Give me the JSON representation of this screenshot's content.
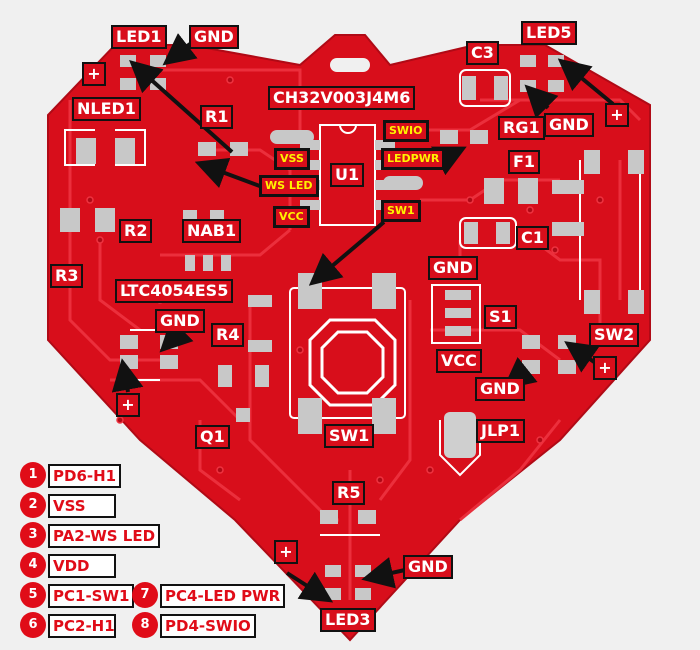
{
  "components": {
    "led1": "LED1",
    "gnd_led1": "GND",
    "nled1": "NLED1",
    "plus_nled1": "+",
    "r1": "R1",
    "mcu": "CH32V003J4M6",
    "c3": "C3",
    "led5": "LED5",
    "rg1": "RG1",
    "gnd_rg1": "GND",
    "plus_led5": "+",
    "swio": "SWIO",
    "ledpwr": "LEDPWR",
    "vss": "VSS",
    "ws_led": "WS LED",
    "u1": "U1",
    "f1": "F1",
    "vcc_small": "VCC",
    "sw1_small": "SW1",
    "r2": "R2",
    "nab1": "NAB1",
    "c1": "C1",
    "r3": "R3",
    "gnd_s1": "GND",
    "ltc": "LTC4054ES5",
    "gnd_charger": "GND",
    "r4": "R4",
    "s1": "S1",
    "sw2": "SW2",
    "vcc_s1": "VCC",
    "plus_sw2": "+",
    "gnd_sw2": "GND",
    "plus_left": "+",
    "jlp1": "JLP1",
    "q1": "Q1",
    "sw1": "SW1",
    "r5": "R5",
    "plus_led3": "+",
    "gnd_led3": "GND",
    "led3": "LED3"
  },
  "pinout": [
    {
      "num": "1",
      "label": "PD6-H1"
    },
    {
      "num": "2",
      "label": "VSS"
    },
    {
      "num": "3",
      "label": "PA2-WS LED"
    },
    {
      "num": "4",
      "label": "VDD"
    },
    {
      "num": "5",
      "label": "PC1-SW1"
    },
    {
      "num": "6",
      "label": "PC2-H1"
    },
    {
      "num": "7",
      "label": "PC4-LED PWR"
    },
    {
      "num": "8",
      "label": "PD4-SWIO"
    }
  ],
  "colors": {
    "board": "#d80e1b",
    "copper_trace": "#ee2230",
    "pad": "#d0d0d0",
    "background": "#f0f0f0",
    "accent_text": "#fff200",
    "pin_circle": "#e00c18"
  }
}
